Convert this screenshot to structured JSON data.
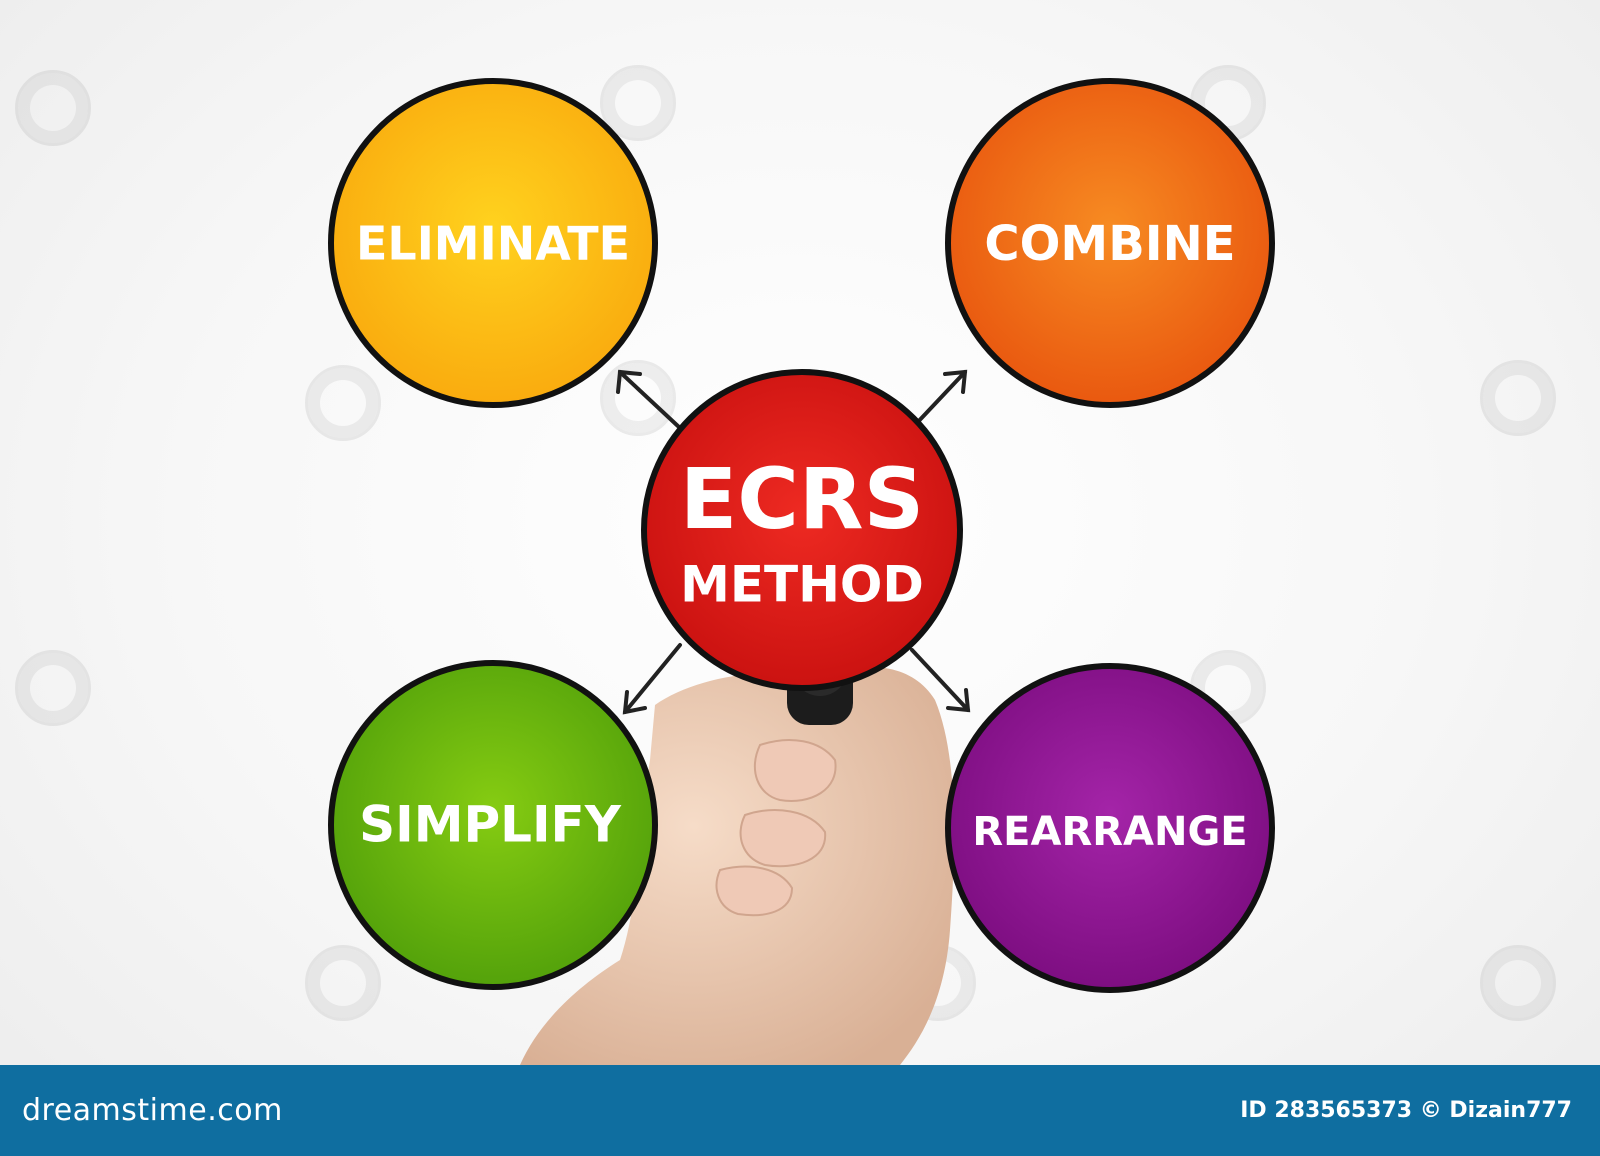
{
  "diagram": {
    "center": {
      "line1": "ECRS",
      "line2": "METHOD",
      "color": "#d81a1a"
    },
    "nodes": [
      {
        "id": "eliminate",
        "label": "ELIMINATE",
        "color": "#f9a80d",
        "highlight": "#ffd21e"
      },
      {
        "id": "combine",
        "label": "COMBINE",
        "color": "#e8540e",
        "highlight": "#f78b22"
      },
      {
        "id": "simplify",
        "label": "SIMPLIFY",
        "color": "#4f9e0a",
        "highlight": "#86cc12"
      },
      {
        "id": "rearrange",
        "label": "REARRANGE",
        "color": "#7a0c7e",
        "highlight": "#a424a8"
      }
    ]
  },
  "footer": {
    "brand": "dreamstime.com",
    "credit": "ID 283565373 © Dizain777",
    "color": "#0f6ea0"
  }
}
